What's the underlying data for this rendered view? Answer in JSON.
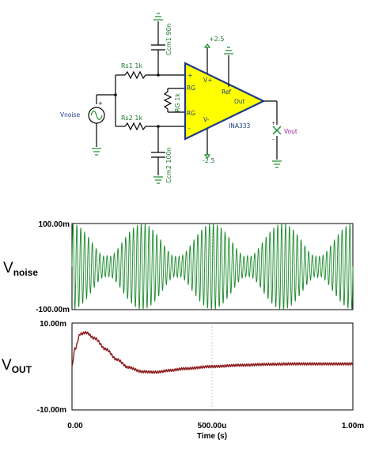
{
  "schematic": {
    "components": {
      "ccm1": "Ccm1 90n",
      "ccm2": "Ccm2 100n",
      "rs1": "Rs1 1k",
      "rs2": "Rs2 1k",
      "rg": "RG 1k",
      "source": "Vnoise",
      "vout_probe": "Vout",
      "opamp": "INA333"
    },
    "pins": {
      "vplus": "V+",
      "vminus": "V-",
      "rg_top": "RG",
      "rg_bottom": "RG",
      "ref": "Ref",
      "out": "Out",
      "plus_sign": "+",
      "minus_sign": "-"
    },
    "supplies": {
      "top": "+2.5",
      "bottom": "-2.5"
    }
  },
  "plot": {
    "top_trace": {
      "label_main": "V",
      "label_sub": "noise",
      "y_max": "100.00m",
      "y_min": "-100.00m"
    },
    "bottom_trace": {
      "label_main": "V",
      "label_sub": "OUT",
      "y_max": "10.00m",
      "y_min": "-10.00m"
    },
    "x_ticks": [
      "0.00",
      "500.00u",
      "1.00m"
    ],
    "x_label": "Time (s)"
  },
  "chart_data": [
    {
      "type": "line",
      "series": [
        {
          "name": "Vnoise",
          "color": "#1a8a2a",
          "description_values": {
            "amplitude": 0.1,
            "envelope_min": 0.05,
            "cycles": 70
          }
        }
      ],
      "xlim": [
        0,
        0.001
      ],
      "ylim": [
        -0.1,
        0.1
      ],
      "x_ticks": [
        0,
        0.0005,
        0.001
      ],
      "grid": true
    },
    {
      "type": "line",
      "series": [
        {
          "name": "Vout",
          "color": "#8b1a1a",
          "x": [
            0,
            1e-05,
            3e-05,
            5e-05,
            8e-05,
            0.00012,
            0.00016,
            0.0002,
            0.00025,
            0.0003,
            0.00035,
            0.0004,
            0.0005,
            0.0006,
            0.0007,
            0.0008,
            0.0009,
            0.001
          ],
          "y": [
            0,
            0.004,
            0.0075,
            0.0078,
            0.0065,
            0.004,
            0.0016,
            -0.0002,
            -0.0012,
            -0.0013,
            -0.0009,
            -0.0005,
            0.0,
            0.0003,
            0.0005,
            0.0006,
            0.0006,
            0.0006
          ]
        }
      ],
      "xlim": [
        0,
        0.001
      ],
      "ylim": [
        -0.01,
        0.01
      ],
      "x_ticks": [
        0,
        0.0005,
        0.001
      ],
      "grid": true
    }
  ]
}
